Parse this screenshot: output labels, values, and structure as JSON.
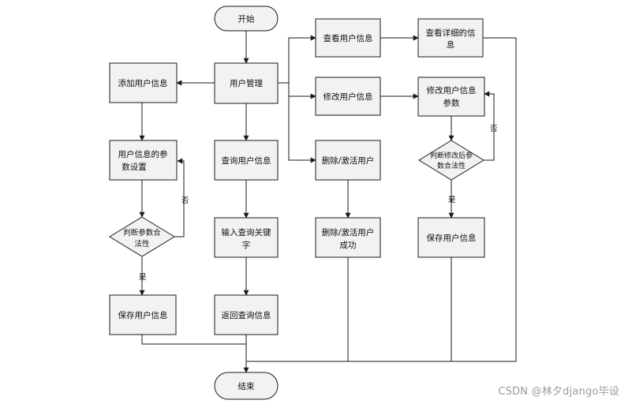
{
  "nodes": {
    "start": "开始",
    "end": "结束",
    "user_management": "用户管理",
    "add_user_info": "添加用户信息",
    "user_info_params_line1": "用户信息的参",
    "user_info_params_line2": "数设置",
    "judge_params_line1": "判断参数合",
    "judge_params_line2": "法性",
    "save_user_info_left": "保存用户信息",
    "query_user_info": "查询用户信息",
    "input_keywords_line1": "输入查询关键",
    "input_keywords_line2": "字",
    "return_query_info": "返回查询信息",
    "view_user_info": "查看用户信息",
    "view_details_line1": "查看详细的信",
    "view_details_line2": "息",
    "modify_user_info": "修改用户信息",
    "modify_params_line1": "修改用户信息",
    "modify_params_line2": "参数",
    "judge_modified_line1": "判断修改后参",
    "judge_modified_line2": "数合法性",
    "save_user_info_right": "保存用户信息",
    "delete_activate_user": "删除/激活用户",
    "delete_activate_success_line1": "删除/激活用户",
    "delete_activate_success_line2": "成功"
  },
  "edge_labels": {
    "yes": "是",
    "no": "否"
  },
  "watermark": "CSDN @林夕django毕设"
}
